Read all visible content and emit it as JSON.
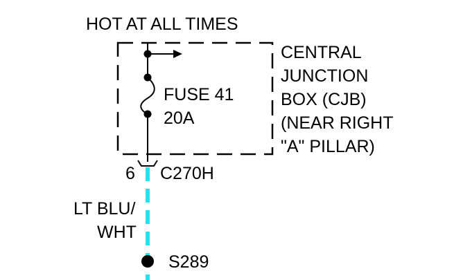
{
  "supply_label": "HOT AT ALL TIMES",
  "junction_box": {
    "lines": [
      "CENTRAL",
      "JUNCTION",
      "BOX (CJB)",
      "(NEAR RIGHT",
      "\"A\" PILLAR)"
    ]
  },
  "fuse": {
    "name": "FUSE 41",
    "rating": "20A"
  },
  "connector": {
    "pin": "6",
    "id": "C270H"
  },
  "wire": {
    "color_line1": "LT BLU/",
    "color_line2": "WHT",
    "stripe_color": "#22e4f0"
  },
  "splice": {
    "id": "S289"
  }
}
